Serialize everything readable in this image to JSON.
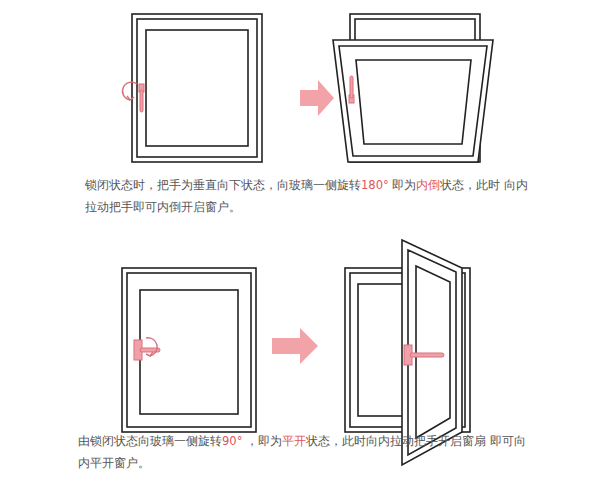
{
  "diagram": {
    "labels": [
      "锁闭状态时，把手为垂直向下状态，向玻璃一侧旋转",
      "180°",
      " 即为",
      "内倒",
      "状态，此时 向内拉动把手即可内倒开启窗户。",
      "由锁闭状态向玻璃一侧旋转",
      "90°",
      " ，即为",
      "平开",
      "状态，此时向内拉动把手开启窗扇 即可向内平开窗户。"
    ]
  }
}
